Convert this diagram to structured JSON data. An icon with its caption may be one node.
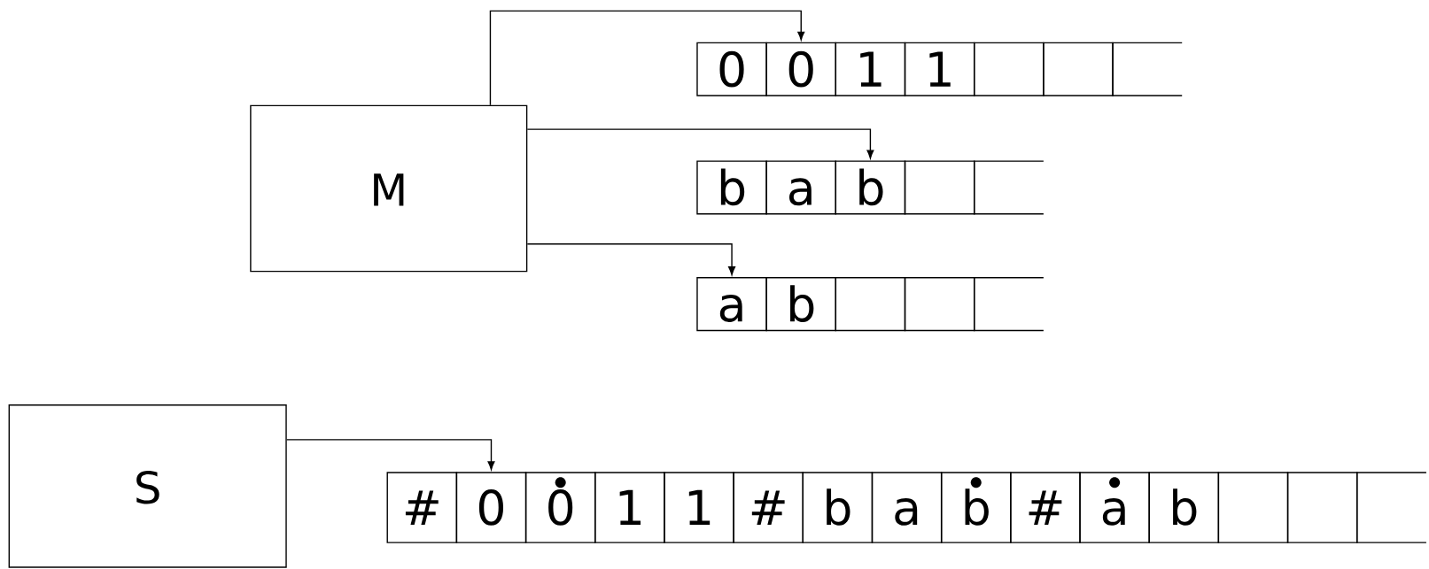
{
  "diagram": {
    "nodes": [
      {
        "text": [
          "M"
        ]
      },
      {
        "text": [
          "0"
        ]
      },
      {
        "text": [
          "0"
        ]
      },
      {
        "text": [
          "1"
        ]
      },
      {
        "text": [
          "1"
        ]
      },
      {
        "text": [],
        "shape": "box"
      },
      {
        "text": [],
        "shape": "box"
      },
      {
        "text": [],
        "shape": "box"
      },
      {
        "text": [
          "b"
        ]
      },
      {
        "text": [
          "a"
        ]
      },
      {
        "text": [
          "b"
        ]
      },
      {
        "text": [],
        "shape": "box"
      },
      {
        "text": [],
        "shape": "box"
      },
      {
        "text": [
          "a"
        ]
      },
      {
        "text": [
          "b"
        ]
      },
      {
        "text": [],
        "shape": "box"
      },
      {
        "text": [],
        "shape": "box"
      },
      {
        "text": [],
        "shape": "box"
      },
      {
        "text": [
          "S"
        ]
      },
      {
        "text": [
          "#"
        ]
      },
      {
        "text": [
          "0"
        ]
      },
      {
        "text": [
          "0"
        ]
      },
      {
        "text": [
          "1"
        ]
      },
      {
        "text": [
          "1"
        ]
      },
      {
        "text": [
          "#"
        ]
      },
      {
        "text": [
          "b"
        ]
      },
      {
        "text": [
          "a"
        ]
      },
      {
        "text": [
          "b"
        ]
      },
      {
        "text": [
          "#"
        ]
      },
      {
        "text": [
          "a"
        ]
      },
      {
        "text": [
          "b"
        ]
      },
      {
        "text": [],
        "shape": "box"
      },
      {
        "text": [],
        "shape": "box"
      },
      {
        "text": [],
        "shape": "box"
      }
    ],
    "edges": [
      {
        "from": 0,
        "to": 2,
        "arrow": "to"
      },
      {
        "from": 0,
        "to": 10,
        "arrow": "to"
      },
      {
        "from": 0,
        "to": 13,
        "arrow": "to"
      },
      {
        "from": 18,
        "to": 20,
        "arrow": "to"
      }
    ]
  }
}
